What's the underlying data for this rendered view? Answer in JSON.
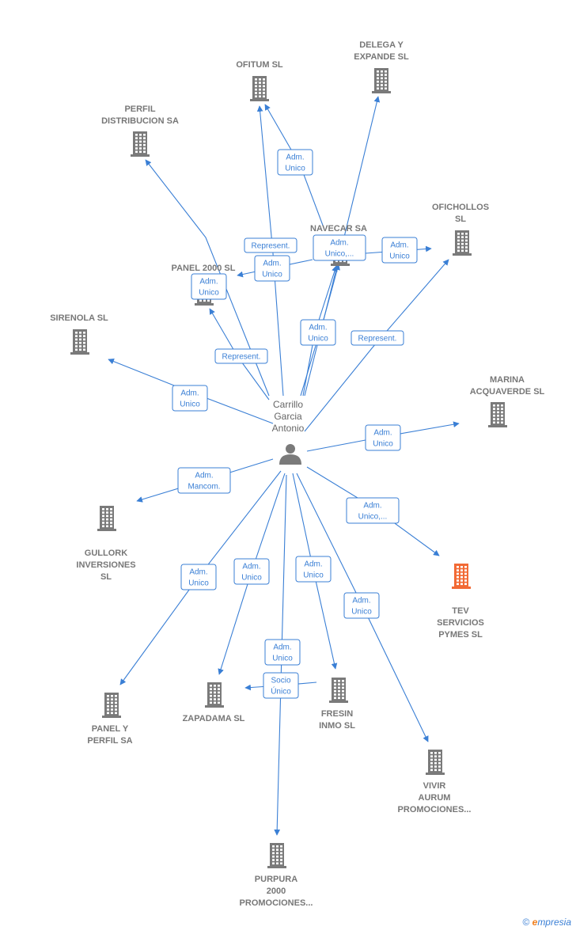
{
  "center": {
    "label_lines": [
      "Carrillo",
      "Garcia",
      "Antonio"
    ],
    "icon": "person-icon"
  },
  "colors": {
    "edge": "#3a7fd5",
    "building": "#7a7a7a",
    "highlight": "#f26a35"
  },
  "nodes": [
    {
      "id": "ofitum",
      "lines": [
        "OFITUM  SL"
      ]
    },
    {
      "id": "delega",
      "lines": [
        "DELEGA Y",
        "EXPANDE  SL"
      ]
    },
    {
      "id": "perfil",
      "lines": [
        "PERFIL",
        "DISTRIBUCION SA"
      ]
    },
    {
      "id": "navecar",
      "lines": [
        "NAVECAR SA"
      ]
    },
    {
      "id": "oficholl",
      "lines": [
        "OFICHOLLOS",
        "SL"
      ]
    },
    {
      "id": "panel2000",
      "lines": [
        "PANEL 2000 SL"
      ]
    },
    {
      "id": "sirenola",
      "lines": [
        "SIRENOLA  SL"
      ]
    },
    {
      "id": "marina",
      "lines": [
        "MARINA",
        "ACQUAVERDE SL"
      ]
    },
    {
      "id": "gullork",
      "lines": [
        "GULLORK",
        "INVERSIONES",
        "SL"
      ]
    },
    {
      "id": "tev",
      "lines": [
        "TEV",
        "SERVICIOS",
        "PYMES  SL"
      ],
      "highlight": true
    },
    {
      "id": "panelyp",
      "lines": [
        "PANEL Y",
        "PERFIL SA"
      ]
    },
    {
      "id": "zapadama",
      "lines": [
        "ZAPADAMA SL"
      ]
    },
    {
      "id": "fresin",
      "lines": [
        "FRESIN",
        "INMO  SL"
      ]
    },
    {
      "id": "vivir",
      "lines": [
        "VIVIR",
        "AURUM",
        "PROMOCIONES..."
      ]
    },
    {
      "id": "purpura",
      "lines": [
        "PURPURA",
        "2000",
        "PROMOCIONES..."
      ]
    }
  ],
  "edges": [
    {
      "id": "e1",
      "lines": [
        "Adm.",
        "Unico"
      ]
    },
    {
      "id": "e2",
      "lines": [
        "Represent."
      ]
    },
    {
      "id": "e3",
      "lines": [
        "Adm.",
        "Unico"
      ]
    },
    {
      "id": "e4",
      "lines": [
        "Adm.",
        "Unico,..."
      ]
    },
    {
      "id": "e5",
      "lines": [
        "Adm.",
        "Unico"
      ]
    },
    {
      "id": "e6",
      "lines": [
        "Adm.",
        "Unico"
      ]
    },
    {
      "id": "e7",
      "lines": [
        "Adm.",
        "Unico"
      ]
    },
    {
      "id": "e8",
      "lines": [
        "Represent."
      ]
    },
    {
      "id": "e9",
      "lines": [
        "Represent."
      ]
    },
    {
      "id": "e10",
      "lines": [
        "Adm.",
        "Unico"
      ]
    },
    {
      "id": "e11",
      "lines": [
        "Adm.",
        "Unico"
      ]
    },
    {
      "id": "e12",
      "lines": [
        "Adm.",
        "Mancom."
      ]
    },
    {
      "id": "e13",
      "lines": [
        "Adm.",
        "Unico,..."
      ]
    },
    {
      "id": "e14",
      "lines": [
        "Adm.",
        "Unico"
      ]
    },
    {
      "id": "e15",
      "lines": [
        "Adm.",
        "Unico"
      ]
    },
    {
      "id": "e16",
      "lines": [
        "Adm.",
        "Unico"
      ]
    },
    {
      "id": "e17",
      "lines": [
        "Adm.",
        "Unico"
      ]
    },
    {
      "id": "e18",
      "lines": [
        "Adm.",
        "Unico"
      ]
    },
    {
      "id": "e19",
      "lines": [
        "Socio",
        "Único"
      ]
    }
  ],
  "footer": {
    "copyright": "©",
    "brand_e": "e",
    "brand_rest": "mpresia"
  }
}
